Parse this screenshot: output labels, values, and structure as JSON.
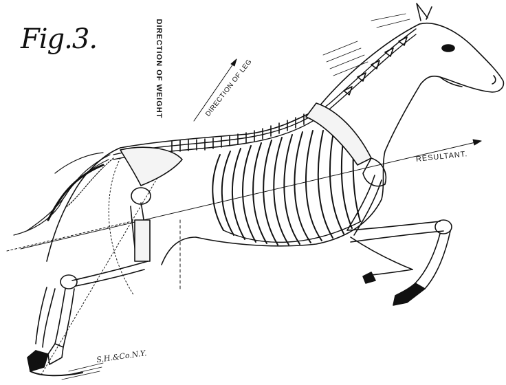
{
  "figure": {
    "label": "Fig.3.",
    "signature": "S.H.&Co.N.Y."
  },
  "annotations": {
    "direction_of_weight": "DIRECTION OF WEIGHT",
    "direction_of_leg": "DIRECTION OF LEG",
    "resultant": "RESULTANT."
  },
  "colors": {
    "ink": "#111111",
    "paper": "#ffffff"
  }
}
